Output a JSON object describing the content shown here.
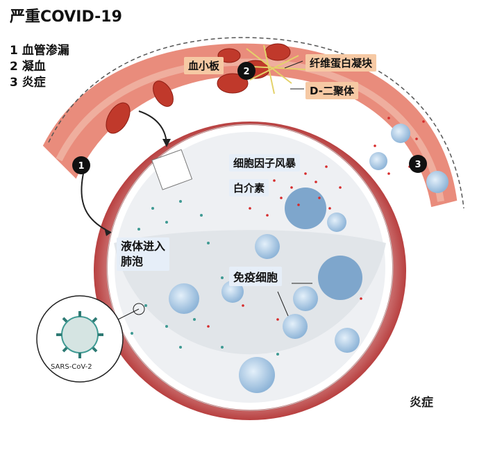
{
  "title": "严重COVID-19",
  "legend": [
    {
      "number": "1",
      "text": "血管渗漏"
    },
    {
      "number": "2",
      "text": "凝血"
    },
    {
      "number": "3",
      "text": "炎症"
    }
  ],
  "labels": {
    "platelets": "血小板",
    "fibrin_clot": "纤维蛋白凝块",
    "d_dimer": "D-二聚体",
    "cytokine_storm": "细胞因子风暴",
    "interleukin": "白介素",
    "fluid_into_alveoli": "液体进入\n肺泡",
    "immune_cells": "免疫细胞",
    "inflammation": "炎症",
    "virus": "SARS-CoV-2"
  },
  "badges": [
    "1",
    "2",
    "3"
  ],
  "colors": {
    "vessel": "#e07a6a",
    "vessel_light": "#f4b7a6",
    "alveolus_fill": "#eef0f3",
    "cell_blue": "#aac8e2",
    "virus_teal": "#3f9a93",
    "red_dot": "#d62a2a",
    "label_peach": "#f6c9a4",
    "label_blue": "#e6eef8"
  }
}
